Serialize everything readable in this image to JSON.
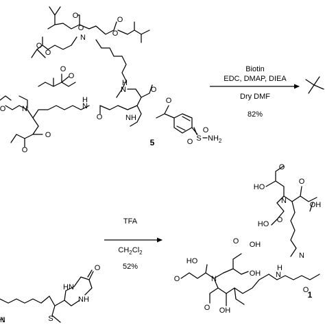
{
  "compound_5": {
    "label": "5",
    "sulfonamide": "NH",
    "sulfonamide_sub": "2"
  },
  "step_1": {
    "reagent": "Biotin",
    "additives": "EDC, DMAP, DIEA",
    "solvent": "Dry DMF",
    "yield": "82%"
  },
  "step_2": {
    "reagent": "TFA",
    "solvent": "CH",
    "solvent_sub_1": "2",
    "solvent_tail": "Cl",
    "solvent_sub_2": "2",
    "yield": "52%"
  },
  "compound_1": {
    "label": "1"
  },
  "atoms": {
    "N": "N",
    "O": "O",
    "H": "H",
    "S": "S",
    "OH": "OH",
    "HO": "HO",
    "HN": "HN",
    "NH": "NH",
    "cut_N": "N",
    "cut_ON": "N"
  }
}
